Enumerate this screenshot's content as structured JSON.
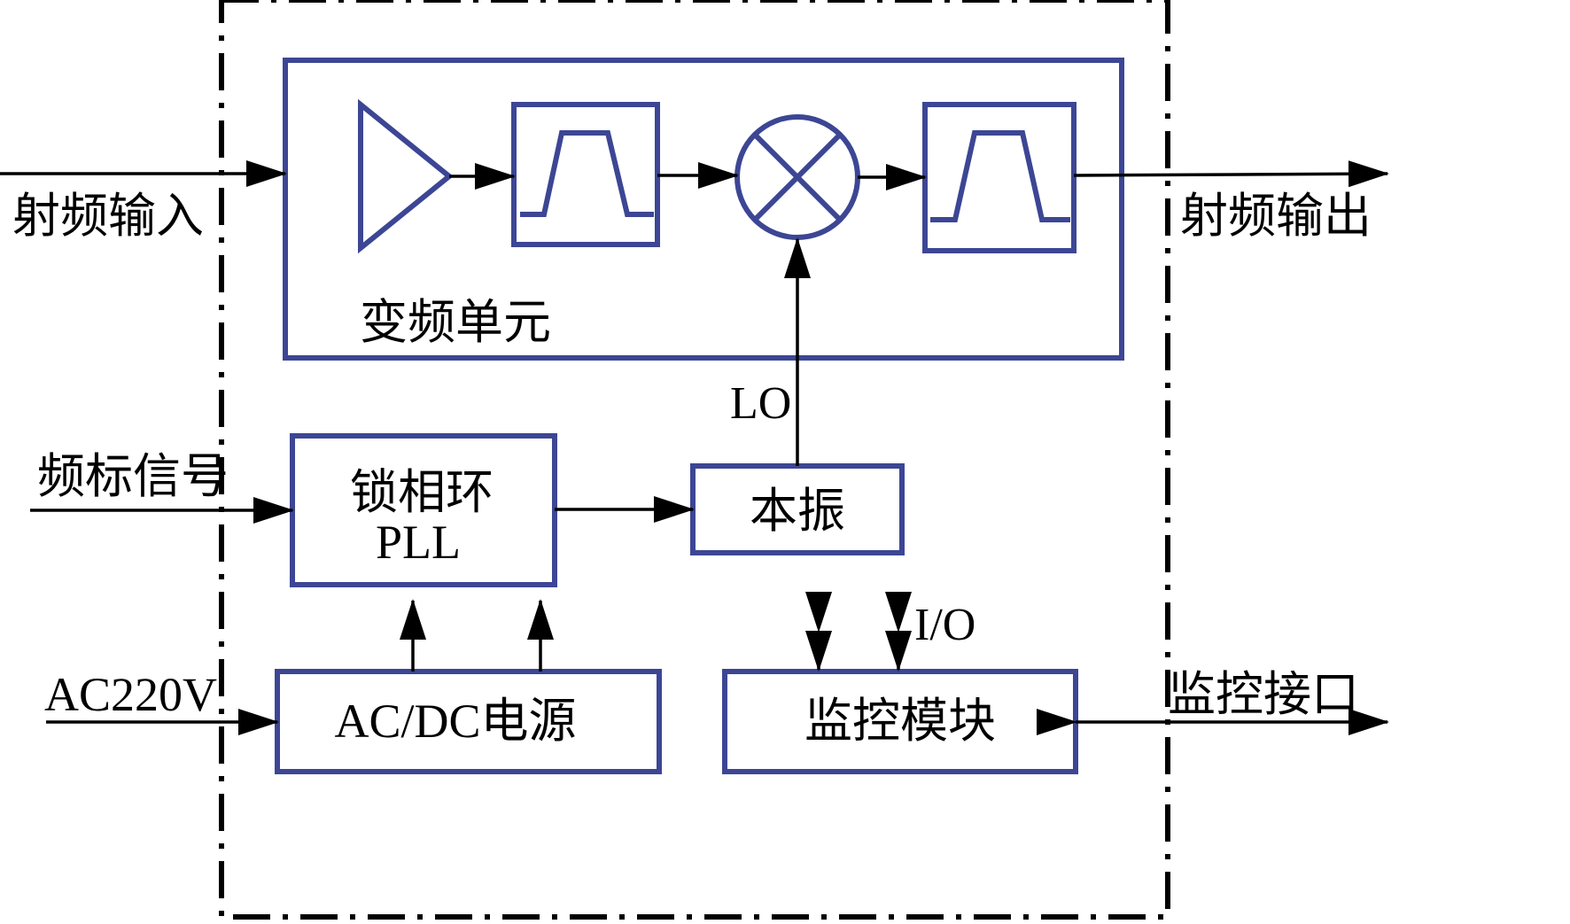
{
  "colors": {
    "block_border": "#3c4694",
    "line": "#000000",
    "background": "#ffffff"
  },
  "labels": {
    "rf_input": "射频输入",
    "rf_output": "射频输出",
    "conversion_unit": "变频单元",
    "lo": "LO",
    "freq_ref_signal": "频标信号",
    "pll_line1": "锁相环",
    "pll_line2": "PLL",
    "local_osc": "本振",
    "ac_input": "AC220V",
    "power_supply": "AC/DC电源",
    "io": "I/O",
    "monitor_module": "监控模块",
    "monitor_interface": "监控接口"
  },
  "icons": {
    "amplifier": "amplifier-triangle-icon",
    "filter": "bandpass-filter-icon",
    "mixer": "mixer-cross-icon"
  }
}
